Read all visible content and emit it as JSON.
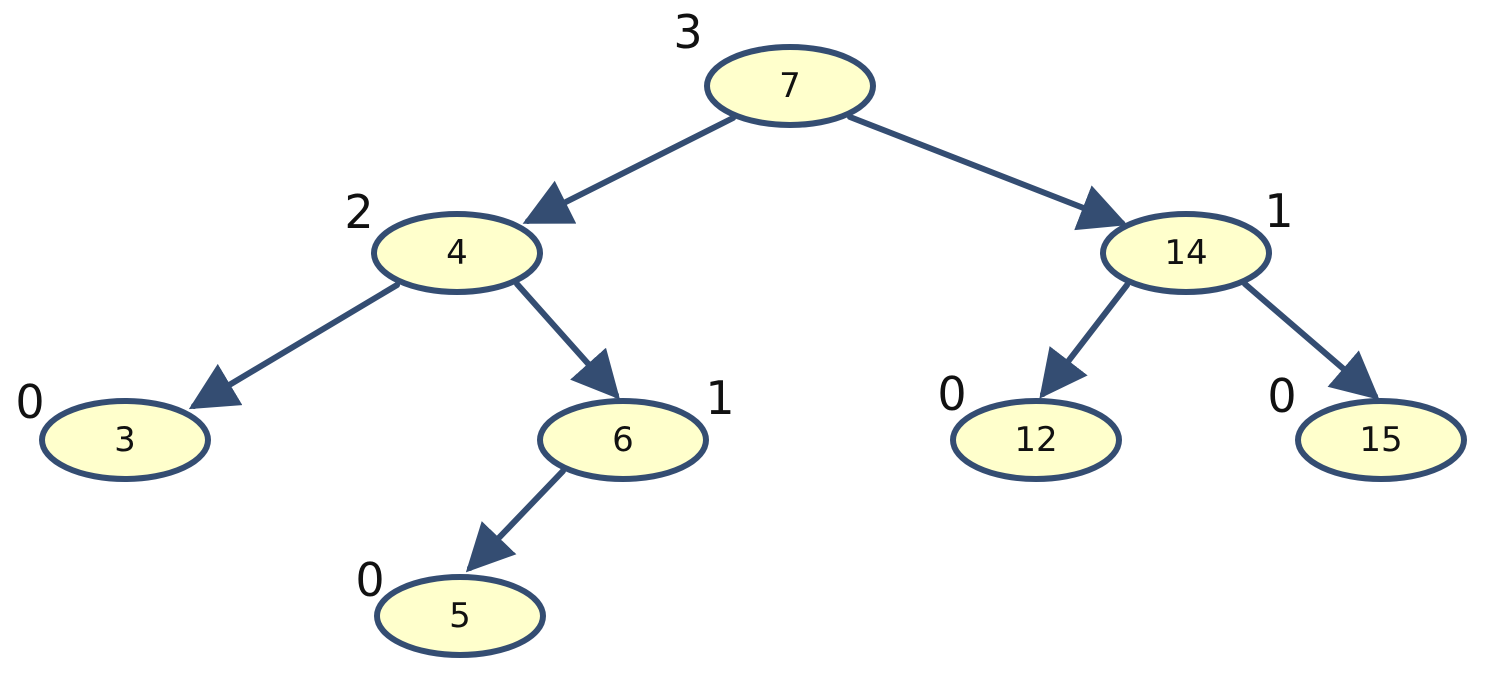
{
  "colors": {
    "node_fill": "#ffffcc",
    "node_stroke": "#344d72",
    "edge": "#344d72"
  },
  "nodes": [
    {
      "id": "n7",
      "value": "7",
      "height": "3"
    },
    {
      "id": "n4",
      "value": "4",
      "height": "2"
    },
    {
      "id": "n14",
      "value": "14",
      "height": "1"
    },
    {
      "id": "n3",
      "value": "3",
      "height": "0"
    },
    {
      "id": "n6",
      "value": "6",
      "height": "1"
    },
    {
      "id": "n12",
      "value": "12",
      "height": "0"
    },
    {
      "id": "n15",
      "value": "15",
      "height": "0"
    },
    {
      "id": "n5",
      "value": "5",
      "height": "0"
    }
  ],
  "edges": [
    {
      "from": "n7",
      "to": "n4"
    },
    {
      "from": "n7",
      "to": "n14"
    },
    {
      "from": "n4",
      "to": "n3"
    },
    {
      "from": "n4",
      "to": "n6"
    },
    {
      "from": "n6",
      "to": "n5"
    },
    {
      "from": "n14",
      "to": "n12"
    },
    {
      "from": "n14",
      "to": "n15"
    }
  ]
}
